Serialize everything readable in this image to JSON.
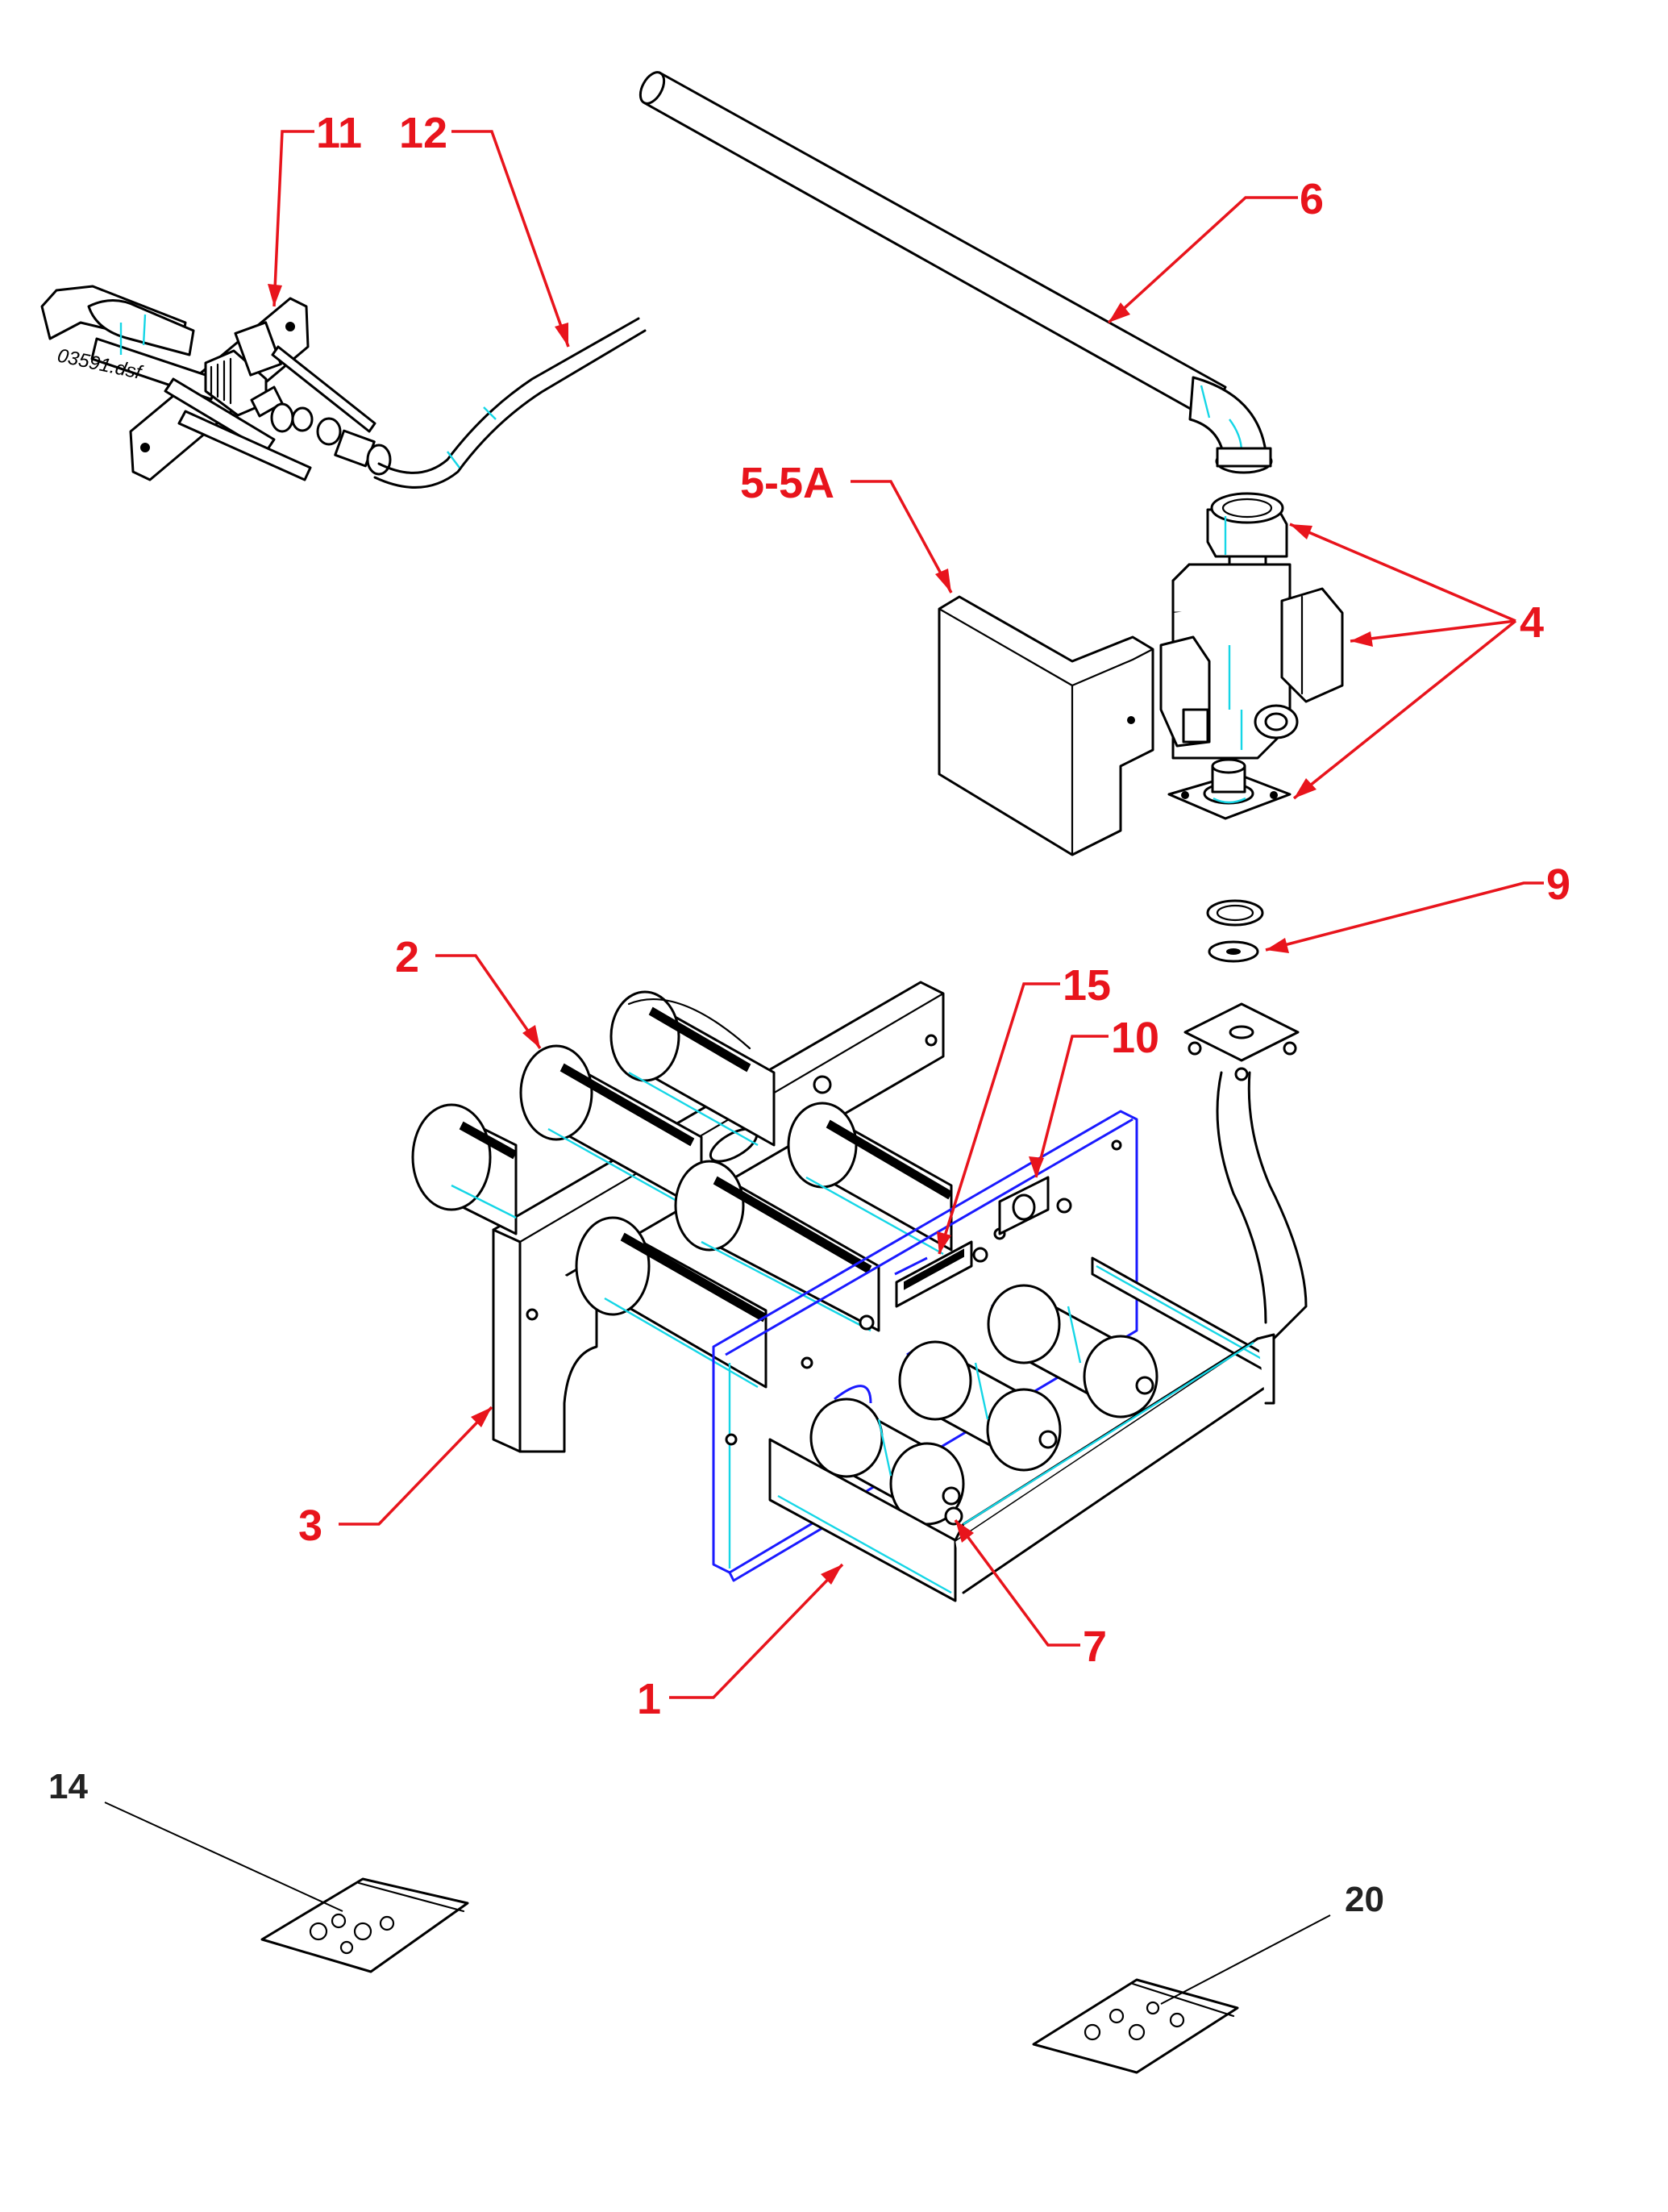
{
  "drawing": {
    "file_tag": "03591.dsf",
    "colors": {
      "callout": "#e8141c",
      "ink": "#000000",
      "highlight": "#15d6e6",
      "edge": "#1a1aff",
      "leader_black": "#000000"
    }
  },
  "callouts": {
    "c1": "1",
    "c2": "2",
    "c3": "3",
    "c4": "4",
    "c5": "5-5A",
    "c6": "6",
    "c7": "7",
    "c9": "9",
    "c10": "10",
    "c11": "11",
    "c12": "12",
    "c14": "14",
    "c15": "15",
    "c20": "20"
  }
}
